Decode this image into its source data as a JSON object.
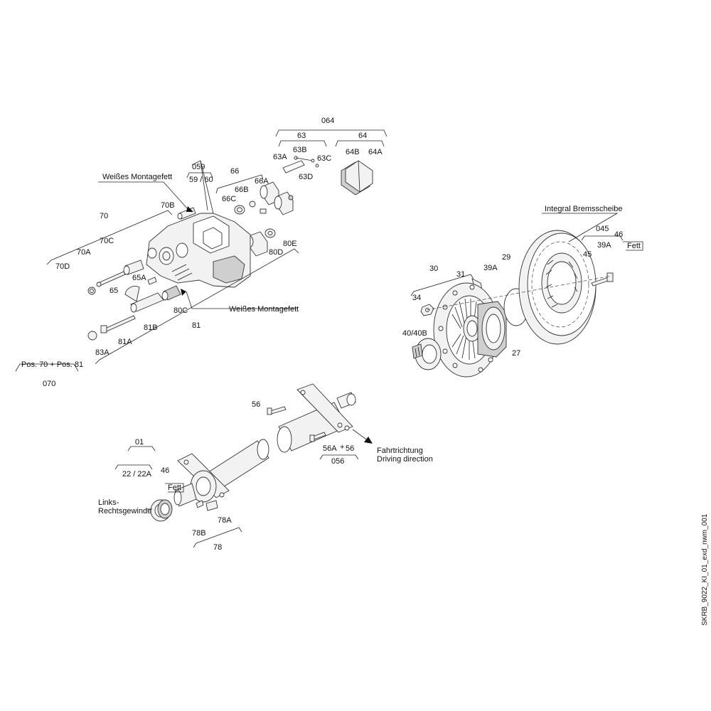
{
  "labels": {
    "l064": "064",
    "l63": "63",
    "l64": "64",
    "l63B": "63B",
    "l63A": "63A",
    "l63C": "63C",
    "l63D": "63D",
    "l64B": "64B",
    "l64A": "64A",
    "l059": "059",
    "l59_60": "59 / 60",
    "l66": "66",
    "l66B": "66B",
    "l66A": "66A",
    "l66C": "66C",
    "l80E": "80E",
    "l80D": "80D",
    "weisses1": "Weißes Montagefett",
    "l70": "70",
    "l70B": "70B",
    "l70C": "70C",
    "l70A": "70A",
    "l70D": "70D",
    "l65A": "65A",
    "l65": "65",
    "l80C": "80C",
    "weisses2": "Weißes Montagefett",
    "l81B": "81B",
    "l81": "81",
    "l81A": "81A",
    "l83A": "83A",
    "pos70": "Pos. 70 + Pos. 81",
    "l070": "070",
    "integral": "Integral Bremsscheibe",
    "l045": "045",
    "l46a": "46",
    "fett1": "Fett",
    "l39A_a": "39A",
    "l45": "45",
    "l29": "29",
    "l39A_b": "39A",
    "l30": "30",
    "l31": "31",
    "l34": "34",
    "l40": "40/40B",
    "l27": "27",
    "l56": "56",
    "l56A": "56A",
    "plus": "+",
    "l56b": "56",
    "l056": "056",
    "fahrt": "Fahrtrichtung",
    "driving": "Driving direction",
    "l01": "01",
    "l22": "22 / 22A",
    "l46b": "46",
    "fett2": "Fett",
    "links": "Links-",
    "rechts": "Rechtsgewinde",
    "l78A": "78A",
    "l78B": "78B",
    "l78": "78",
    "sideref": "SKRB_9022_KI_01_exd_nwm_001"
  }
}
